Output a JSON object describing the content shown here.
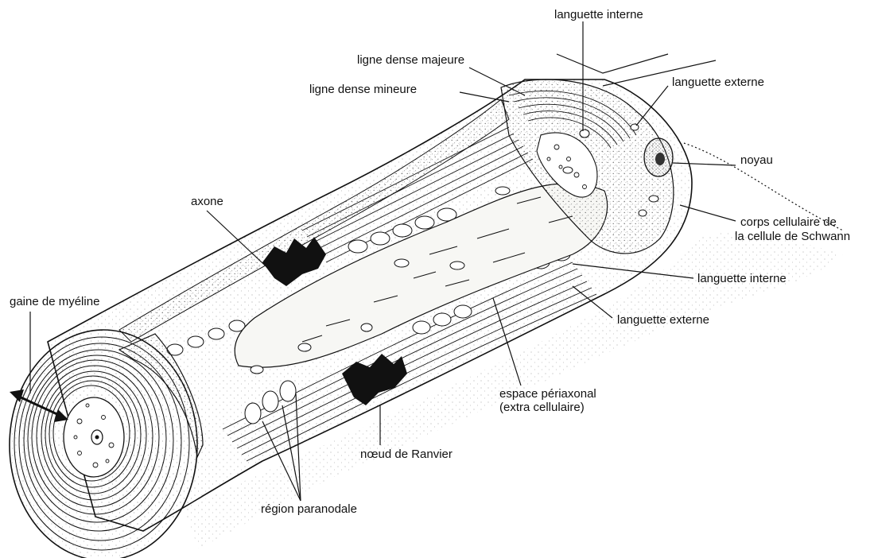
{
  "colors": {
    "ink": "#111111",
    "paper": "#ffffff",
    "stipple": "#8a8a8a",
    "axoplasm": "#f7f7f4"
  },
  "labels": {
    "languette_interne_top": "languette interne",
    "ligne_dense_majeure": "ligne dense majeure",
    "ligne_dense_mineure": "ligne dense mineure",
    "languette_externe_top": "languette externe",
    "noyau": "noyau",
    "corps_cellulaire_1": "corps cellulaire de",
    "corps_cellulaire_2": "la cellule de Schwann",
    "axone": "axone",
    "languette_interne_mid": "languette interne",
    "gaine_myeline": "gaine de myéline",
    "languette_externe_mid": "languette externe",
    "espace_periaxonal_1": "espace périaxonal",
    "espace_periaxonal_2": "(extra cellulaire)",
    "noeud_ranvier": "nœud de Ranvier",
    "region_paranodale": "région paranodale"
  }
}
